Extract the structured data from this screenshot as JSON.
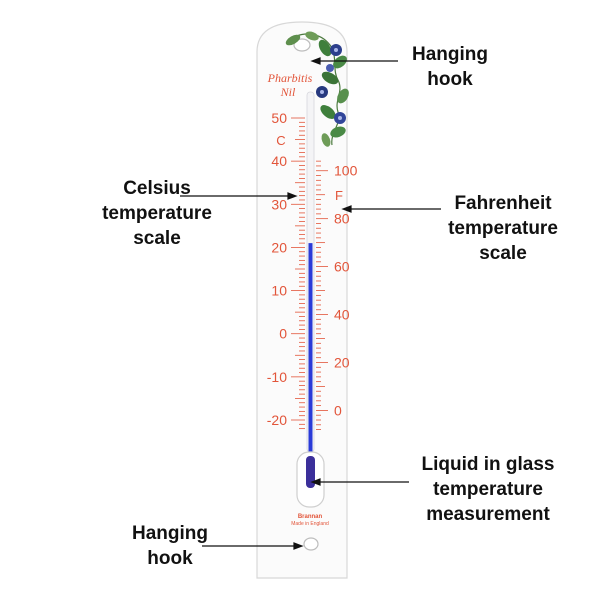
{
  "callouts": {
    "hook_top": [
      "Hanging",
      "hook"
    ],
    "celsius": [
      "Celsius",
      "temperature",
      "scale"
    ],
    "fahrenheit": [
      "Fahrenheit",
      "temperature",
      "scale"
    ],
    "liquid": [
      "Liquid in glass",
      "temperature",
      "measurement"
    ],
    "hook_bottom": [
      "Hanging",
      "hook"
    ]
  },
  "thermometer": {
    "brand_title": "Pharbitis",
    "brand_title2": "Nil",
    "maker": "Brannan",
    "made_in": "Made in England",
    "celsius_unit": "C",
    "fahrenheit_unit": "F",
    "celsius_ticks": [
      "50",
      "40",
      "30",
      "20",
      "10",
      "0",
      "-10",
      "-20"
    ],
    "fahrenheit_ticks": [
      "100",
      "80",
      "60",
      "40",
      "20",
      "0"
    ],
    "liquid_reading_c": 21
  },
  "colors": {
    "scale": "#e2553a",
    "liquid": "#2a3bd8",
    "leaf": "#3f7f3c",
    "flower": "#2c3f8c",
    "text": "#111111"
  }
}
